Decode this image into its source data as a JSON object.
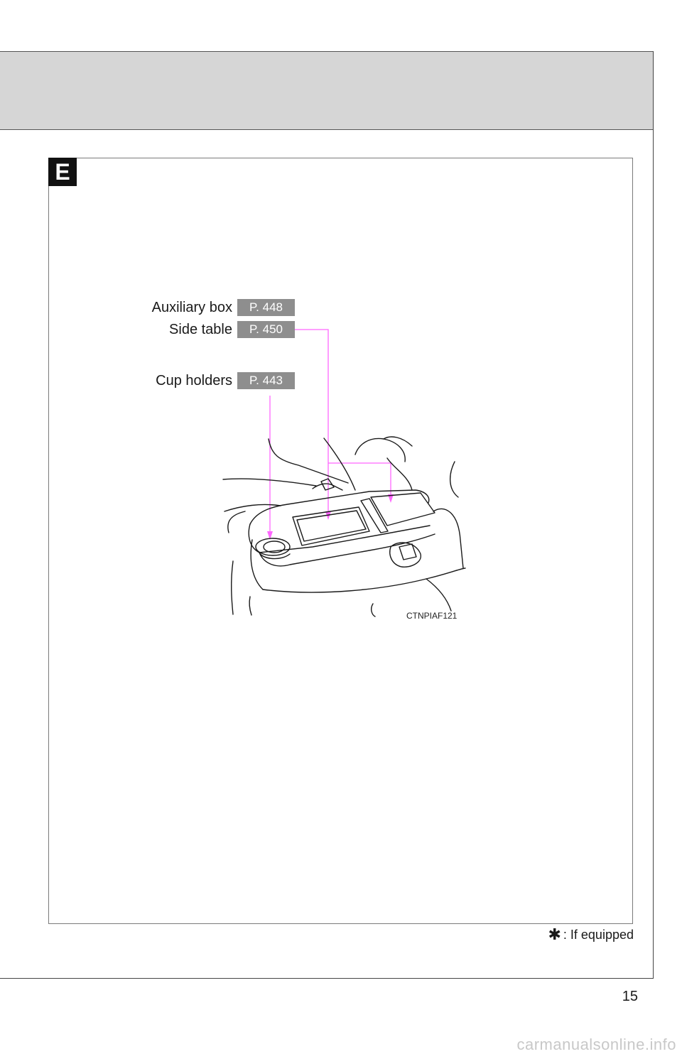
{
  "section": {
    "letter": "E"
  },
  "callouts": [
    {
      "label": "Auxiliary box",
      "page": "P. 448"
    },
    {
      "label": "Side table",
      "page": "P. 450"
    },
    {
      "label": "Cup holders",
      "page": "P. 443"
    }
  ],
  "figure": {
    "code": "CTNPIAF121"
  },
  "footnote": {
    "symbol": "✱",
    "text": ": If equipped"
  },
  "page_number": "15",
  "watermark": "carmanualsonline.info",
  "colors": {
    "header_band": "#d6d6d6",
    "page_ref_badge": "#8e8e8e",
    "leader_line": "#ff66ff",
    "section_tab": "#111111"
  }
}
